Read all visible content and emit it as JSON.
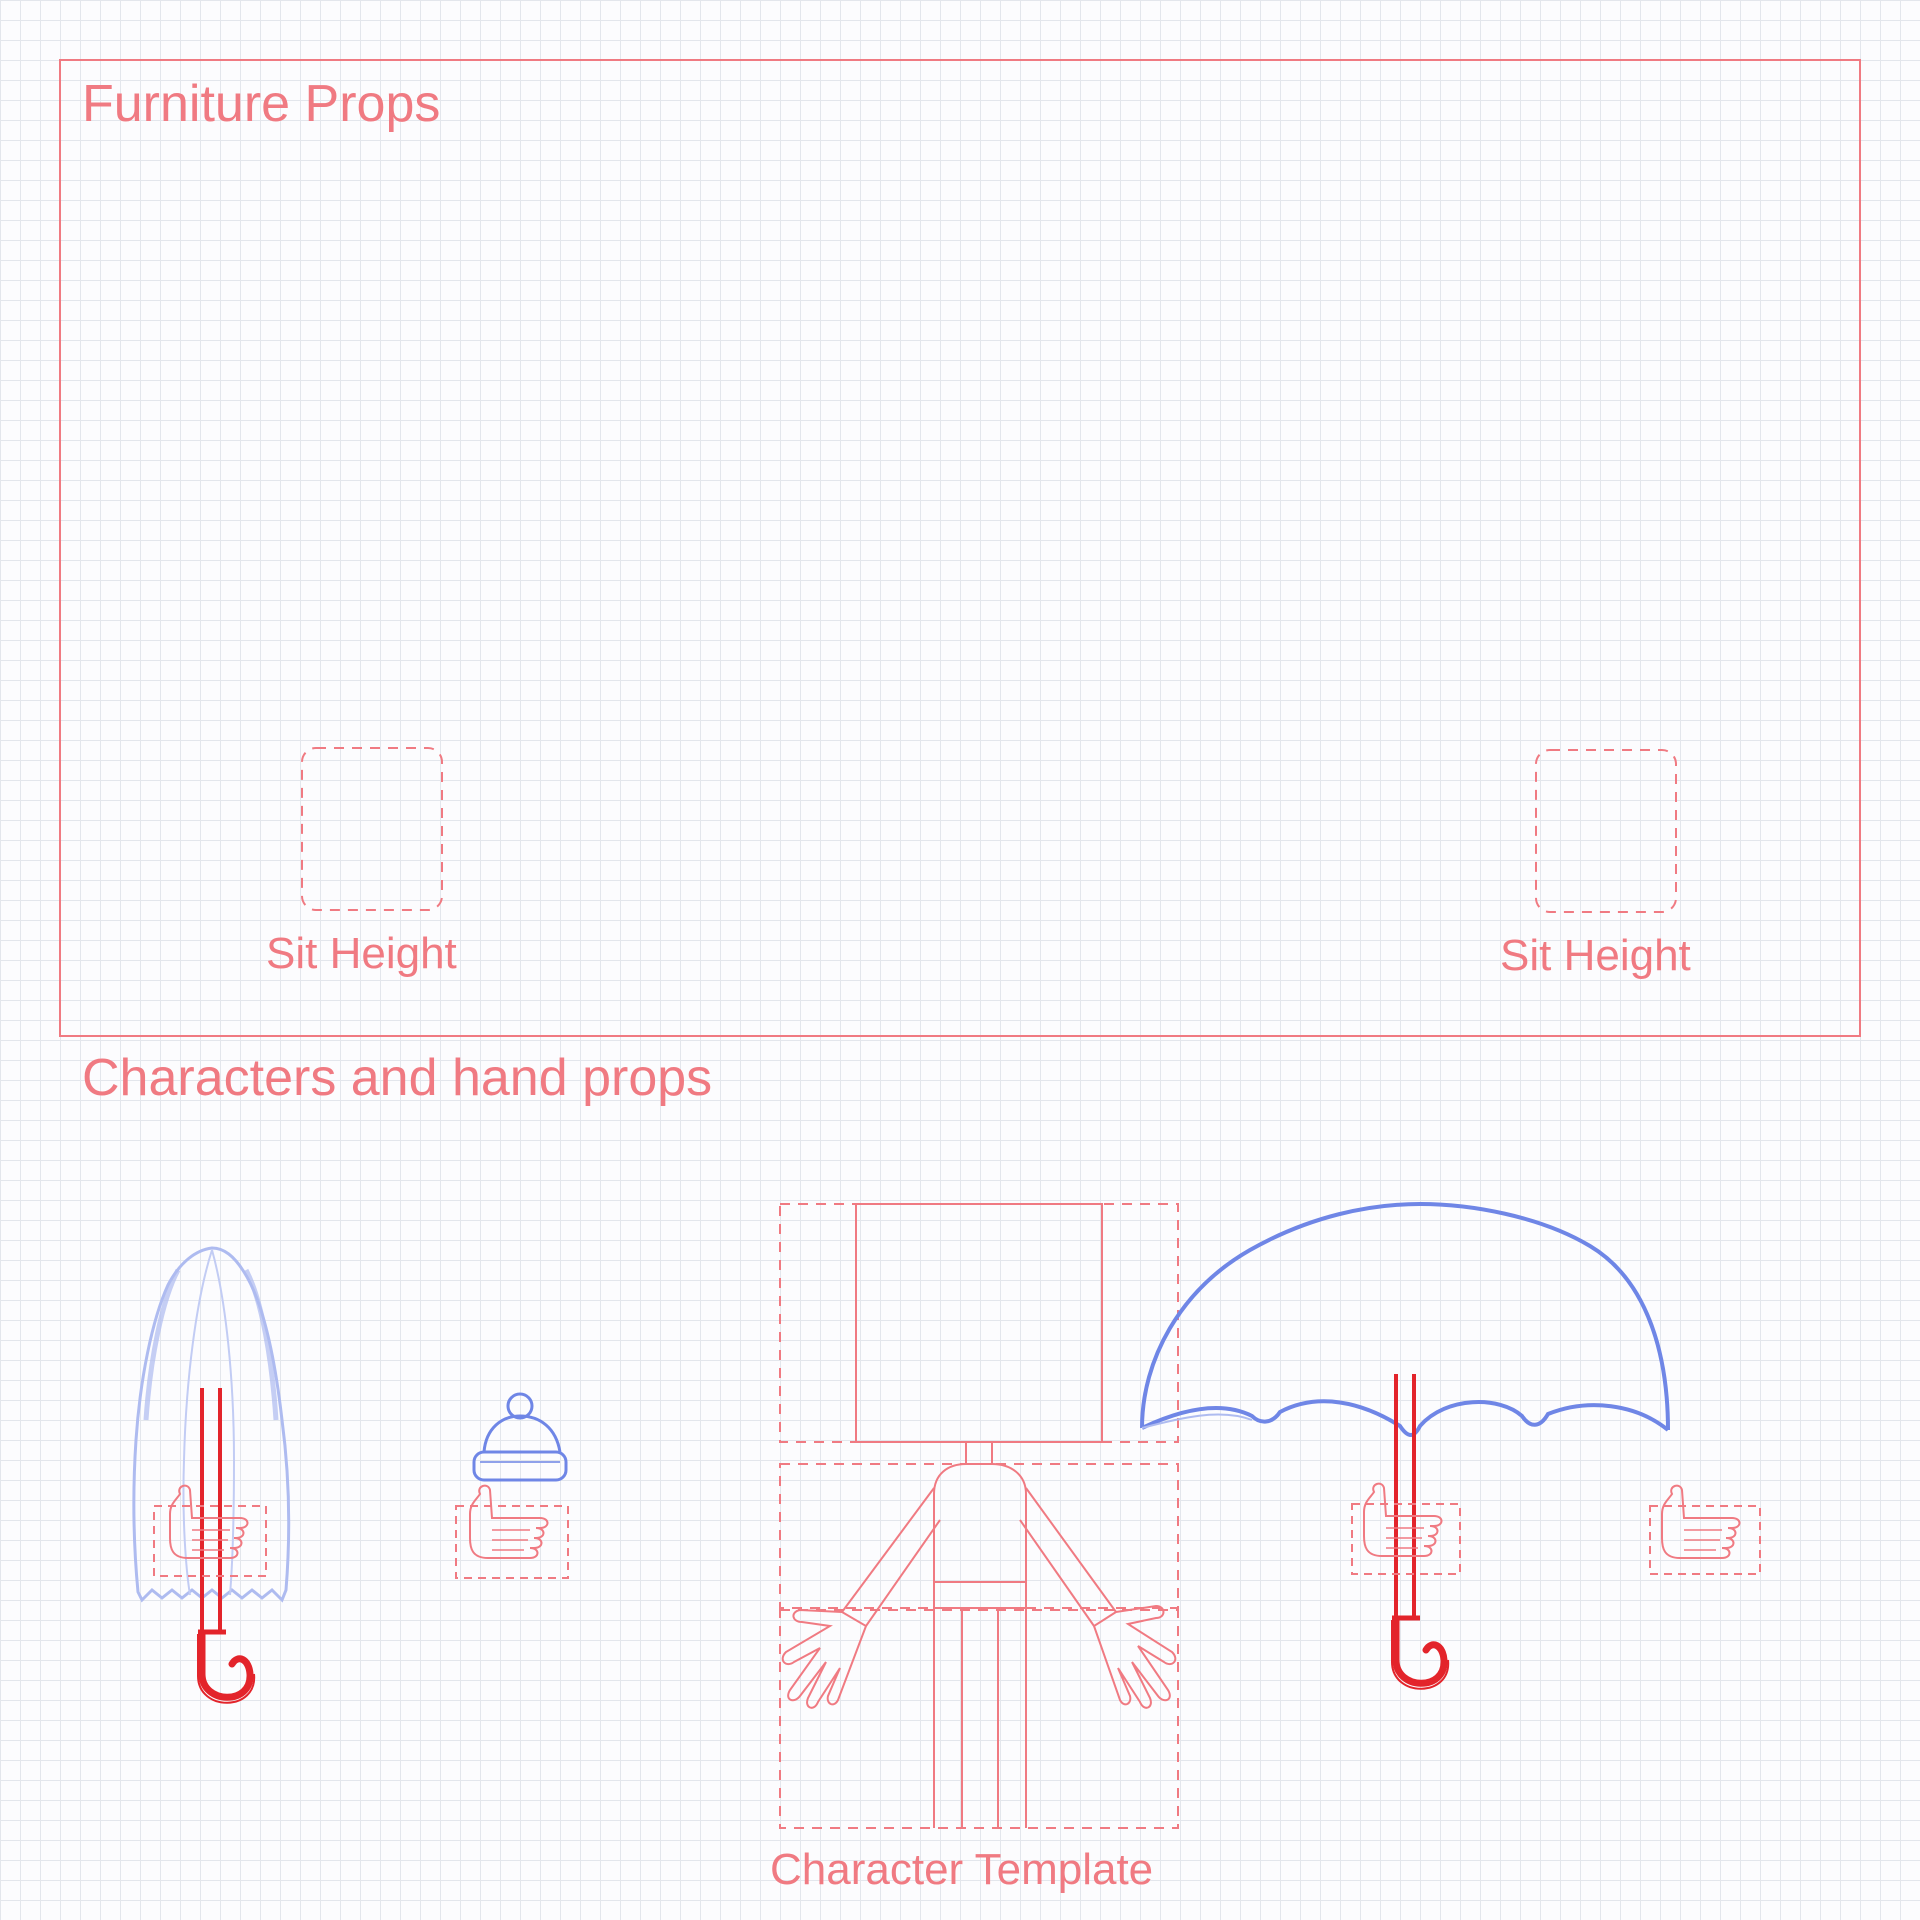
{
  "sections": {
    "furniture": {
      "title": "Furniture Props"
    },
    "characters": {
      "title": "Characters and hand props"
    }
  },
  "seats": {
    "left": {
      "label": "Sit Height"
    },
    "right": {
      "label": "Sit Height"
    }
  },
  "template": {
    "label": "Character Template"
  },
  "colors": {
    "guide_red": "#f07a82",
    "sketch_blue": "#6f86e6",
    "sketch_blue_light": "#aebbf0",
    "handle_red": "#e3242b",
    "grid": "#e3e6ec"
  }
}
